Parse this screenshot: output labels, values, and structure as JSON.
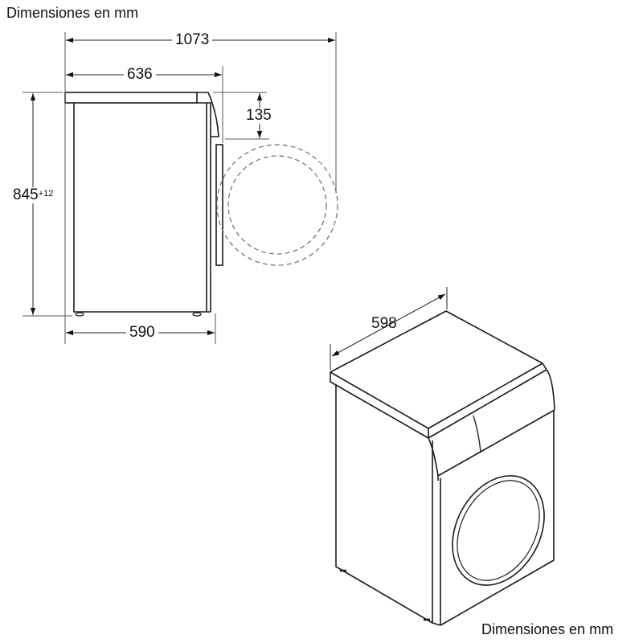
{
  "captions": {
    "top_left": "Dimensiones en mm",
    "bottom_right": "Dimensiones en mm"
  },
  "side_view": {
    "dimensions": {
      "total_depth_door_open": "1073",
      "depth_with_door": "636",
      "door_offset_top": "135",
      "height": "845",
      "height_tolerance": "+12",
      "body_depth": "590"
    }
  },
  "iso_view": {
    "dimensions": {
      "width": "598"
    }
  },
  "colors": {
    "line": "#1a1a1a",
    "dim_line": "#333333",
    "dashed": "#777777",
    "background": "#ffffff"
  }
}
